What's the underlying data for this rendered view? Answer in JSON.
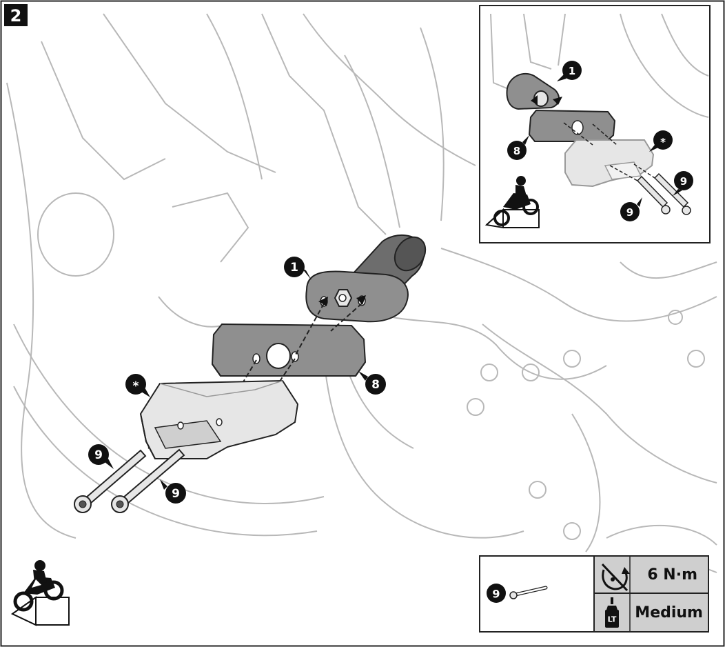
{
  "step_number": "2",
  "main_callouts": {
    "part_1": "1",
    "part_8": "8",
    "part_star": "*",
    "part_9_a": "9",
    "part_9_b": "9"
  },
  "inset_callouts": {
    "part_1": "1",
    "part_8": "8",
    "part_star": "*",
    "part_9_a": "9",
    "part_9_b": "9"
  },
  "spec_table": {
    "part": "9",
    "torque": "6 N·m",
    "threadlock": "Medium",
    "torque_icon": "torque-wrench-icon",
    "threadlock_icon": "threadlock-bottle-icon",
    "threadlock_bottle_text": "LT"
  },
  "colors": {
    "line": "#b8b8b8",
    "part_dark": "#8f8f8f",
    "part_light": "#e6e6e6",
    "callout": "#111111",
    "table_shade": "#cfcfcf"
  }
}
